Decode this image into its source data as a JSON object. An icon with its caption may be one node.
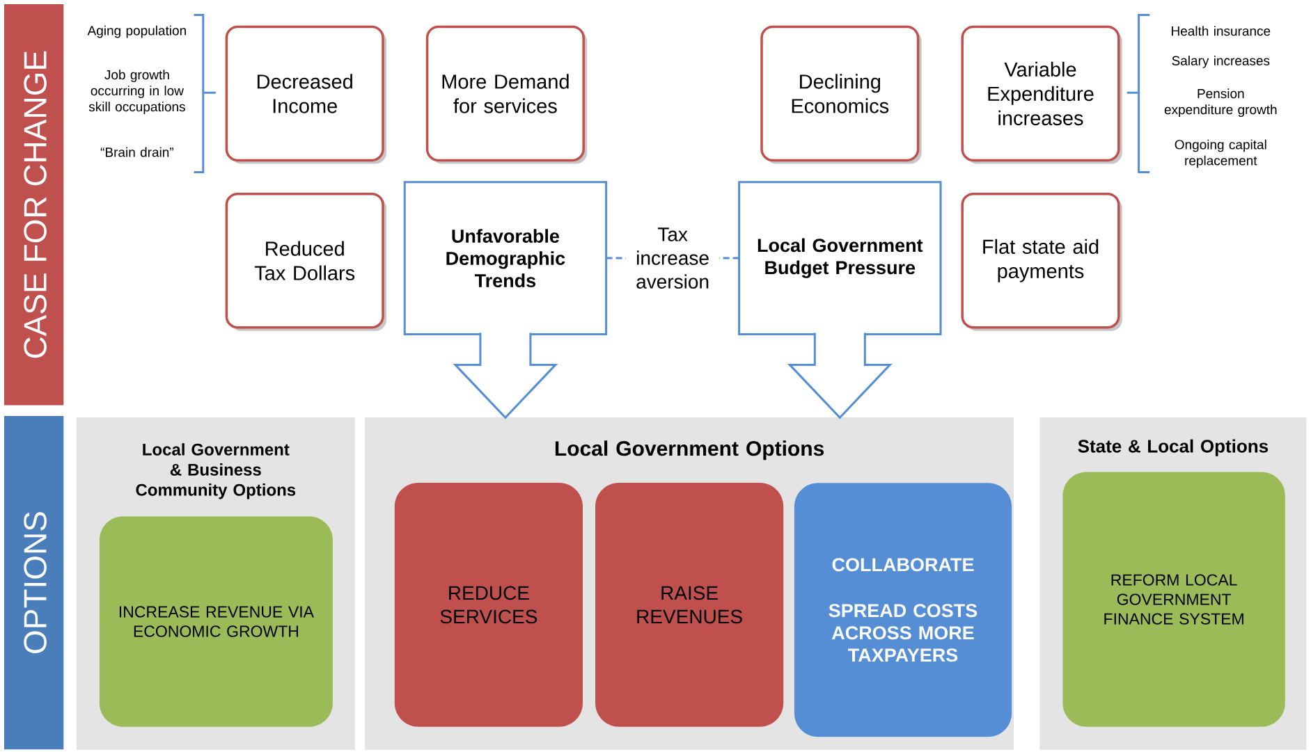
{
  "diagram": {
    "nodes": [
      {
        "text": [
          "CASE FOR CHANGE"
        ]
      },
      {
        "text": [
          "Decreased Income"
        ]
      },
      {
        "text": [
          "More Demand for services"
        ]
      },
      {
        "text": [
          "Declining Economics"
        ]
      },
      {
        "text": [
          "Variable Expenditure increases"
        ]
      },
      {
        "text": [
          "Reduced Tax Dollars"
        ]
      },
      {
        "text": [
          "Unfavorable Demographic Trends"
        ]
      },
      {
        "text": [
          "Local Government Budget Pressure"
        ]
      },
      {
        "text": [
          "Flat state aid payments"
        ]
      },
      {
        "text": [
          "OPTIONS"
        ]
      },
      {
        "text": [
          "Local Government & Business Community Options"
        ]
      },
      {
        "text": [
          "INCREASE REVENUE VIA ECONOMIC GROWTH"
        ],
        "in": 10
      },
      {
        "text": [
          "Local Government Options"
        ]
      },
      {
        "text": [
          "REDUCE SERVICES"
        ],
        "in": 12
      },
      {
        "text": [
          "RAISE REVENUES"
        ],
        "in": 12
      },
      {
        "text": [
          "COLLABORATE",
          "SPREAD COSTS ACROSS MORE TAXPAYERS"
        ],
        "in": 12
      },
      {
        "text": [
          "State & Local Options"
        ]
      },
      {
        "text": [
          "REFORM LOCAL GOVERNMENT FINANCE SYSTEM"
        ],
        "in": 16
      }
    ],
    "edges": [
      {
        "from": 6,
        "to": 7,
        "arrow": "none",
        "style": "dashed",
        "label": "Tax increase aversion"
      },
      {
        "from": 6,
        "to": 12,
        "arrow": "to"
      },
      {
        "from": 7,
        "to": 12,
        "arrow": "to"
      }
    ],
    "labels": [
      "Aging population",
      "Job growth occurring in low skill occupations",
      "“Brain drain”",
      "Health insurance",
      "Salary increases",
      "Pension expenditure growth",
      "Ongoing capital replacement"
    ]
  }
}
